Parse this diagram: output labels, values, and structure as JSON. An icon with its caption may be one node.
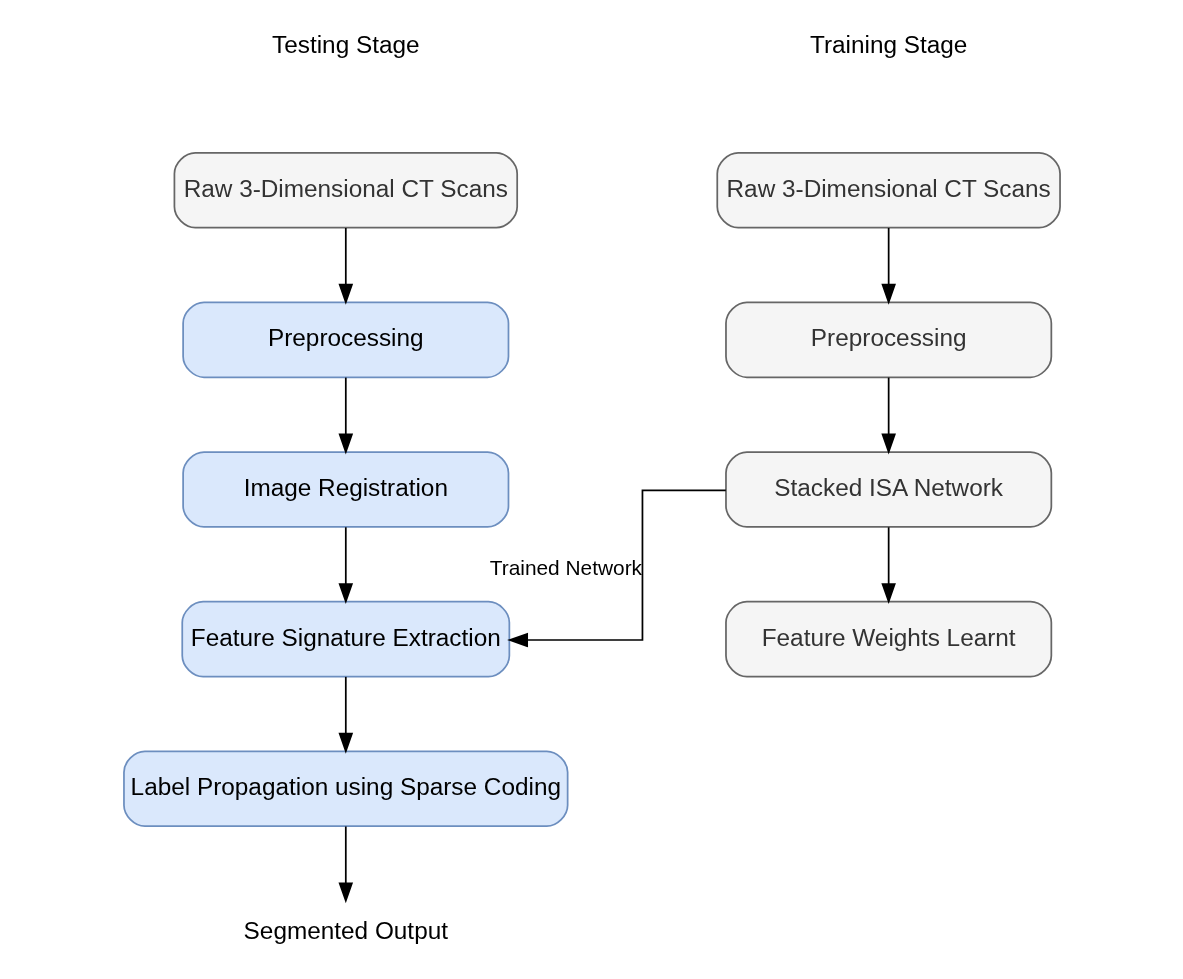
{
  "diagram": {
    "nodes": [
      {
        "text": [
          "Raw 3-Dimensional CT Scans"
        ]
      },
      {
        "text": [
          "Preprocessing"
        ]
      },
      {
        "text": [
          "Stacked ISA Network"
        ]
      },
      {
        "text": [
          "Feature Weights Learnt"
        ]
      },
      {
        "text": [
          "Raw 3-Dimensional CT Scans"
        ]
      },
      {
        "text": [
          "Preprocessing"
        ]
      },
      {
        "text": [
          "Image Registration"
        ]
      },
      {
        "text": [
          "Feature Signature Extraction"
        ]
      },
      {
        "text": [
          "Label Propagation using Sparse Coding"
        ]
      },
      {
        "text": [
          "Segmented Output"
        ]
      }
    ],
    "edges": [
      {
        "from": 0,
        "to": 1,
        "arrow": "to"
      },
      {
        "from": 1,
        "to": 2,
        "arrow": "to"
      },
      {
        "from": 2,
        "to": 3,
        "arrow": "to"
      },
      {
        "from": 4,
        "to": 5,
        "arrow": "to"
      },
      {
        "from": 5,
        "to": 6,
        "arrow": "to"
      },
      {
        "from": 6,
        "to": 7,
        "arrow": "to"
      },
      {
        "from": 7,
        "to": 8,
        "arrow": "to"
      },
      {
        "from": 8,
        "to": 9,
        "arrow": "to"
      },
      {
        "from": 2,
        "to": 7,
        "arrow": "to",
        "label": "Trained Network"
      }
    ],
    "labels": [
      "Training Stage",
      "Testing Stage"
    ]
  }
}
